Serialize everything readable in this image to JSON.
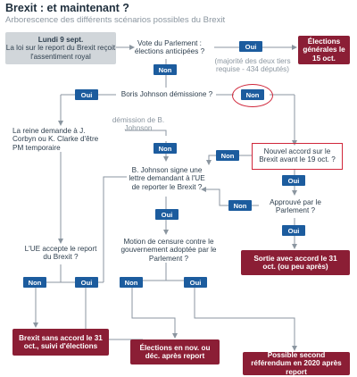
{
  "header": {
    "title": "Brexit : et maintenant ?",
    "subtitle": "Arborescence des différents scénarios possibles du Brexit"
  },
  "nodes": {
    "start_date": "Lundi 9 sept.",
    "start_text": "La loi sur le report du Brexit reçoit l'assentiment royal",
    "vote_parlement": "Vote du Parlement : élections anticipées ?",
    "majorite_note": "(majorité des deux tiers requise - 434 députés)",
    "bj_demission": "Boris Johnson démissione ?",
    "demission_label": "démission de B. Johnson",
    "reine_demande": "La reine demande à J. Corbyn ou K. Clarke d'être PM temporaire",
    "nouvel_accord": "Nouvel accord sur le Brexit avant le 19 oct. ?",
    "bj_signe": "B. Johnson signe une lettre demandant à l'UE de reporter le Brexit ?",
    "approuve_parlement": "Approuvé par le Parlement ?",
    "ue_accepte": "L'UE accepte le report du Brexit ?",
    "motion_censure": "Motion de censure contre le gouvernement adoptée par le Parlement ?"
  },
  "outcomes": {
    "elections_15oct": "Élections générales le 15 oct.",
    "sortie_accord": "Sortie avec accord le 31 oct. (ou peu après)",
    "sans_accord": "Brexit sans accord le 31 oct., suivi d'élections",
    "elections_nov": "Élections en nov. ou déc. après report",
    "second_referendum": "Possible second référendum en 2020 après report"
  },
  "badges": {
    "oui": "Oui",
    "non": "Non"
  },
  "colors": {
    "outcome": "#8b1e35",
    "badge": "#1c5c9e",
    "highlight": "#d0263a",
    "start": "#d1d6da",
    "text": "#2e3f4e"
  }
}
